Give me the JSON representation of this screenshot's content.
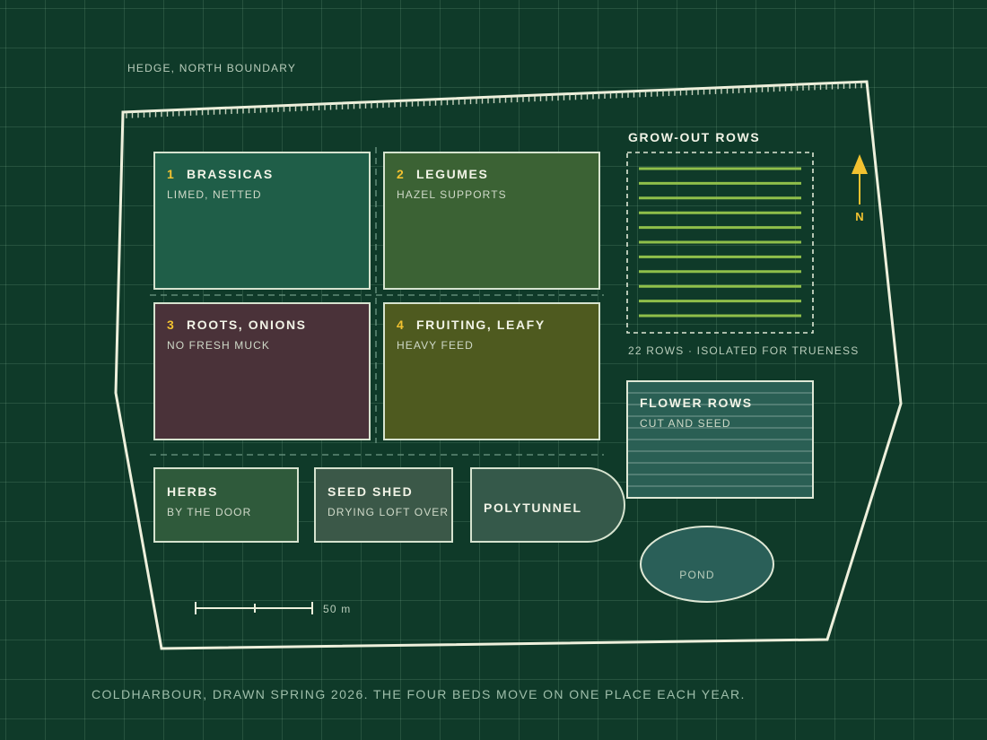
{
  "hedge_label": "HEDGE, NORTH BOUNDARY",
  "beds": [
    {
      "number": "1",
      "title": "BRASSICAS",
      "subtitle": "LIMED, NETTED"
    },
    {
      "number": "2",
      "title": "LEGUMES",
      "subtitle": "HAZEL SUPPORTS"
    },
    {
      "number": "3",
      "title": "ROOTS, ONIONS",
      "subtitle": "NO FRESH MUCK"
    },
    {
      "number": "4",
      "title": "FRUITING, LEAFY",
      "subtitle": "HEAVY FEED"
    }
  ],
  "grow_out": {
    "title": "GROW-OUT ROWS",
    "note": "22 ROWS · ISOLATED FOR TRUENESS"
  },
  "flower_rows": {
    "title": "FLOWER ROWS",
    "subtitle": "CUT AND SEED"
  },
  "herbs": {
    "title": "HERBS",
    "subtitle": "BY THE DOOR"
  },
  "seed_shed": {
    "title": "SEED SHED",
    "subtitle": "DRYING LOFT OVER"
  },
  "polytunnel": {
    "title": "POLYTUNNEL"
  },
  "pond": {
    "label": "POND"
  },
  "north_arrow": {
    "label": "N"
  },
  "scale_bar": {
    "label": "50 m"
  },
  "caption": "COLDHARBOUR, DRAWN SPRING 2026. THE FOUR BEDS MOVE ON ONE PLACE EACH YEAR.",
  "colors": {
    "background": "#0f3a29",
    "outline": "#eef0dc",
    "accent": "#f2c230",
    "bed_brassicas": "#1f5e48",
    "bed_legumes": "#3b6234",
    "bed_roots": "#4a3239",
    "bed_fruiting": "#4e5a1f",
    "grow_out_row": "#8fbf4a"
  }
}
